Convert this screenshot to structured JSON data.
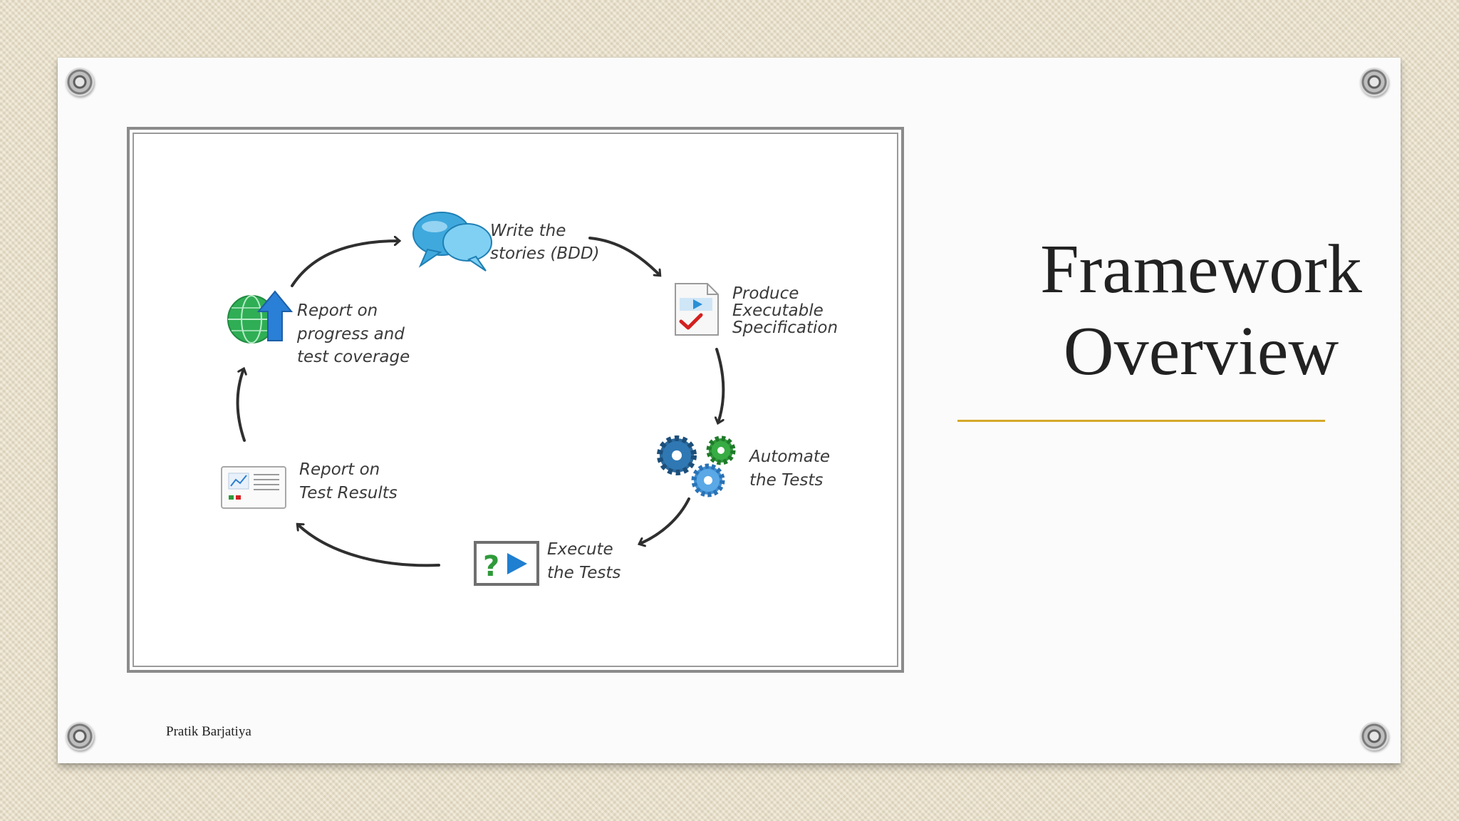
{
  "slide": {
    "title_line1": "Framework",
    "title_line2": "Overview",
    "footer": "Pratik Barjatiya",
    "accent_color": "#d4a92a"
  },
  "diagram": {
    "steps": [
      {
        "id": "write",
        "label_lines": [
          "Write the",
          "stories (BDD)"
        ],
        "icon": "speech-bubbles-icon"
      },
      {
        "id": "produce",
        "label_lines": [
          "Produce",
          "Executable",
          "Specification"
        ],
        "icon": "spec-document-icon"
      },
      {
        "id": "automate",
        "label_lines": [
          "Automate",
          "the Tests"
        ],
        "icon": "gears-icon"
      },
      {
        "id": "execute",
        "label_lines": [
          "Execute",
          "the Tests"
        ],
        "icon": "execute-console-icon"
      },
      {
        "id": "report-results",
        "label_lines": [
          "Report on",
          "Test Results"
        ],
        "icon": "report-chart-icon"
      },
      {
        "id": "report-progress",
        "label_lines": [
          "Report on",
          "progress and",
          "test coverage"
        ],
        "icon": "globe-upload-icon"
      }
    ]
  }
}
